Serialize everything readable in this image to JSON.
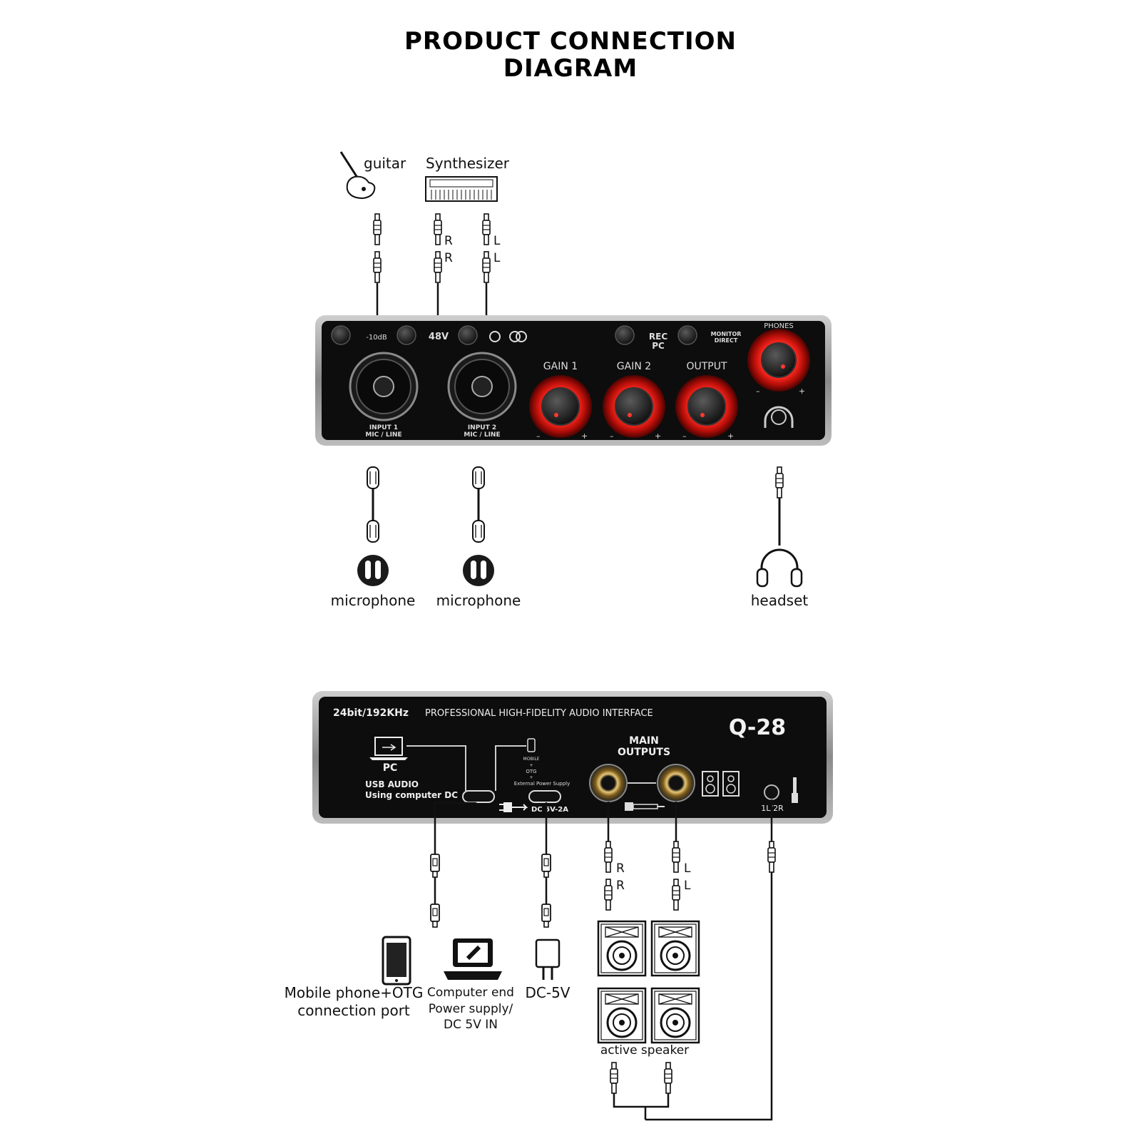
{
  "title_line1": "PRODUCT CONNECTION",
  "title_line2": "DIAGRAM",
  "top_sources": {
    "guitar": "guitar",
    "synthesizer": "Synthesizer",
    "r": "R",
    "l": "L"
  },
  "front_panel": {
    "pad_label": "-10dB",
    "phantom_label": "48V",
    "rec_line1": "REC",
    "rec_line2": "PC",
    "monitor_line1": "MONITOR",
    "monitor_line2": "DIRECT",
    "phones_label": "PHONES",
    "gain1": "GAIN 1",
    "gain2": "GAIN 2",
    "output": "OUTPUT",
    "input1_line1": "INPUT 1",
    "input1_line2": "MIC / LINE",
    "input2_line1": "INPUT 2",
    "input2_line2": "MIC / LINE",
    "minus": "–",
    "plus": "+",
    "knob_ring_color": "#e0201b"
  },
  "front_devices": {
    "mic1": "microphone",
    "mic2": "microphone",
    "headset": "headset"
  },
  "rear_panel": {
    "spec": "24bit/192KHz",
    "description": "PROFESSIONAL HIGH-FIDELITY AUDIO INTERFACE",
    "model": "Q-28",
    "pc": "PC",
    "usb_line1": "USB AUDIO",
    "usb_line2": "Using computer DC",
    "otg_line1": "MOBILE",
    "otg_line2": "+",
    "otg_line3": "OTG",
    "otg_line4": "+",
    "otg_line5": "External Power Supply",
    "dc_label": "DC 5V-2A",
    "main_outputs_line1": "MAIN",
    "main_outputs_line2": "OUTPUTS",
    "aux_label": "1L/2R"
  },
  "rear_devices": {
    "mobile_line1": "Mobile phone+OTG",
    "mobile_line2": "connection port",
    "computer_line1": "Computer end",
    "computer_line2": "Power supply/",
    "computer_line3": "DC 5V IN",
    "dc5v": "DC-5V",
    "speaker": "active speaker",
    "r": "R",
    "l": "L"
  }
}
